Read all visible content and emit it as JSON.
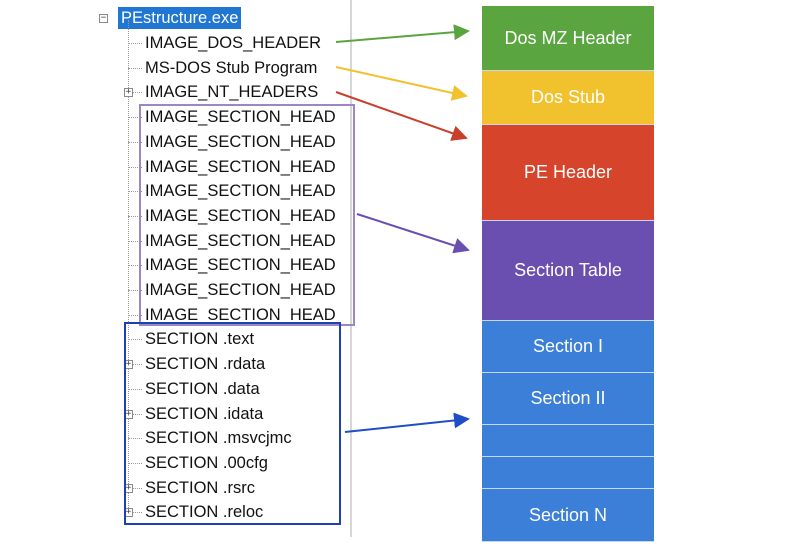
{
  "tree": {
    "root": "PEstructure.exe",
    "items": [
      {
        "label": "IMAGE_DOS_HEADER",
        "expandable": false
      },
      {
        "label": "MS-DOS Stub Program",
        "expandable": false
      },
      {
        "label": "IMAGE_NT_HEADERS",
        "expandable": true
      },
      {
        "label": "IMAGE_SECTION_HEAD",
        "expandable": false
      },
      {
        "label": "IMAGE_SECTION_HEAD",
        "expandable": false
      },
      {
        "label": "IMAGE_SECTION_HEAD",
        "expandable": false
      },
      {
        "label": "IMAGE_SECTION_HEAD",
        "expandable": false
      },
      {
        "label": "IMAGE_SECTION_HEAD",
        "expandable": false
      },
      {
        "label": "IMAGE_SECTION_HEAD",
        "expandable": false
      },
      {
        "label": "IMAGE_SECTION_HEAD",
        "expandable": false
      },
      {
        "label": "IMAGE_SECTION_HEAD",
        "expandable": false
      },
      {
        "label": "IMAGE_SECTION_HEAD",
        "expandable": false
      },
      {
        "label": "SECTION .text",
        "expandable": false
      },
      {
        "label": "SECTION .rdata",
        "expandable": true
      },
      {
        "label": "SECTION .data",
        "expandable": false
      },
      {
        "label": "SECTION .idata",
        "expandable": true
      },
      {
        "label": "SECTION .msvcjmc",
        "expandable": false
      },
      {
        "label": "SECTION .00cfg",
        "expandable": false
      },
      {
        "label": "SECTION .rsrc",
        "expandable": true
      },
      {
        "label": "SECTION .reloc",
        "expandable": true
      }
    ]
  },
  "blocks": [
    {
      "label": "Dos MZ Header",
      "color": "#5aa540"
    },
    {
      "label": "Dos Stub",
      "color": "#f2c12e"
    },
    {
      "label": "PE Header",
      "color": "#d6442b"
    },
    {
      "label": "Section Table",
      "color": "#6a4fb0"
    },
    {
      "label": "Section I",
      "color": "#3c7fd9"
    },
    {
      "label": "Section II",
      "color": "#3c7fd9"
    },
    {
      "label": "",
      "color": "#3c7fd9"
    },
    {
      "label": "",
      "color": "#3c7fd9"
    },
    {
      "label": "Section N",
      "color": "#3c7fd9"
    }
  ],
  "arrows": [
    {
      "from": "IMAGE_DOS_HEADER",
      "to": "Dos MZ Header",
      "color": "#5aa540"
    },
    {
      "from": "MS-DOS Stub Program",
      "to": "Dos Stub",
      "color": "#f2c12e"
    },
    {
      "from": "IMAGE_NT_HEADERS",
      "to": "PE Header",
      "color": "#c8402a"
    },
    {
      "from": "IMAGE_SECTION_HEAD group",
      "to": "Section Table",
      "color": "#6a4fb0"
    },
    {
      "from": "SECTION group",
      "to": "Section blocks",
      "color": "#1f4fc4"
    }
  ],
  "group_colors": {
    "section_headers": "#9a86c8",
    "sections": "#1f3fb5"
  },
  "icons": {
    "expanded": "minus-box-icon",
    "collapsed": "plus-box-icon"
  }
}
